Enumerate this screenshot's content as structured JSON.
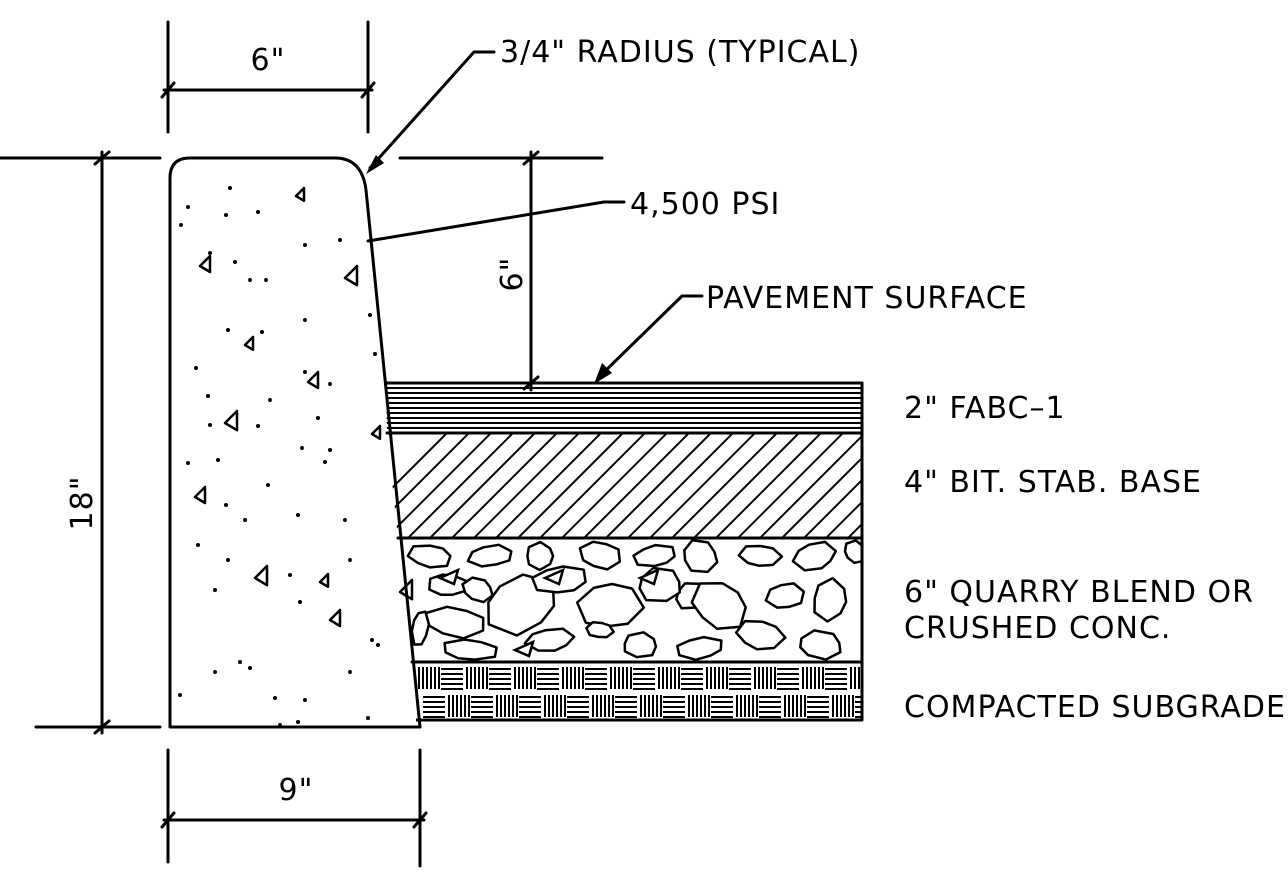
{
  "dimensions": {
    "top_width": "6\"",
    "bottom_width": "9\"",
    "height": "18\"",
    "reveal": "6\""
  },
  "callouts": {
    "radius": "3/4\" RADIUS (TYPICAL)",
    "strength": "4,500 PSI",
    "pavement": "PAVEMENT SURFACE"
  },
  "layers": [
    {
      "name": "fabc",
      "label": "2\" FABC–1"
    },
    {
      "name": "bit-base",
      "label": "4\" BIT. STAB. BASE"
    },
    {
      "name": "quarry",
      "label_line1": "6\" QUARRY BLEND OR",
      "label_line2": "CRUSHED CONC."
    },
    {
      "name": "subgrade",
      "label": "COMPACTED SUBGRADE"
    }
  ]
}
